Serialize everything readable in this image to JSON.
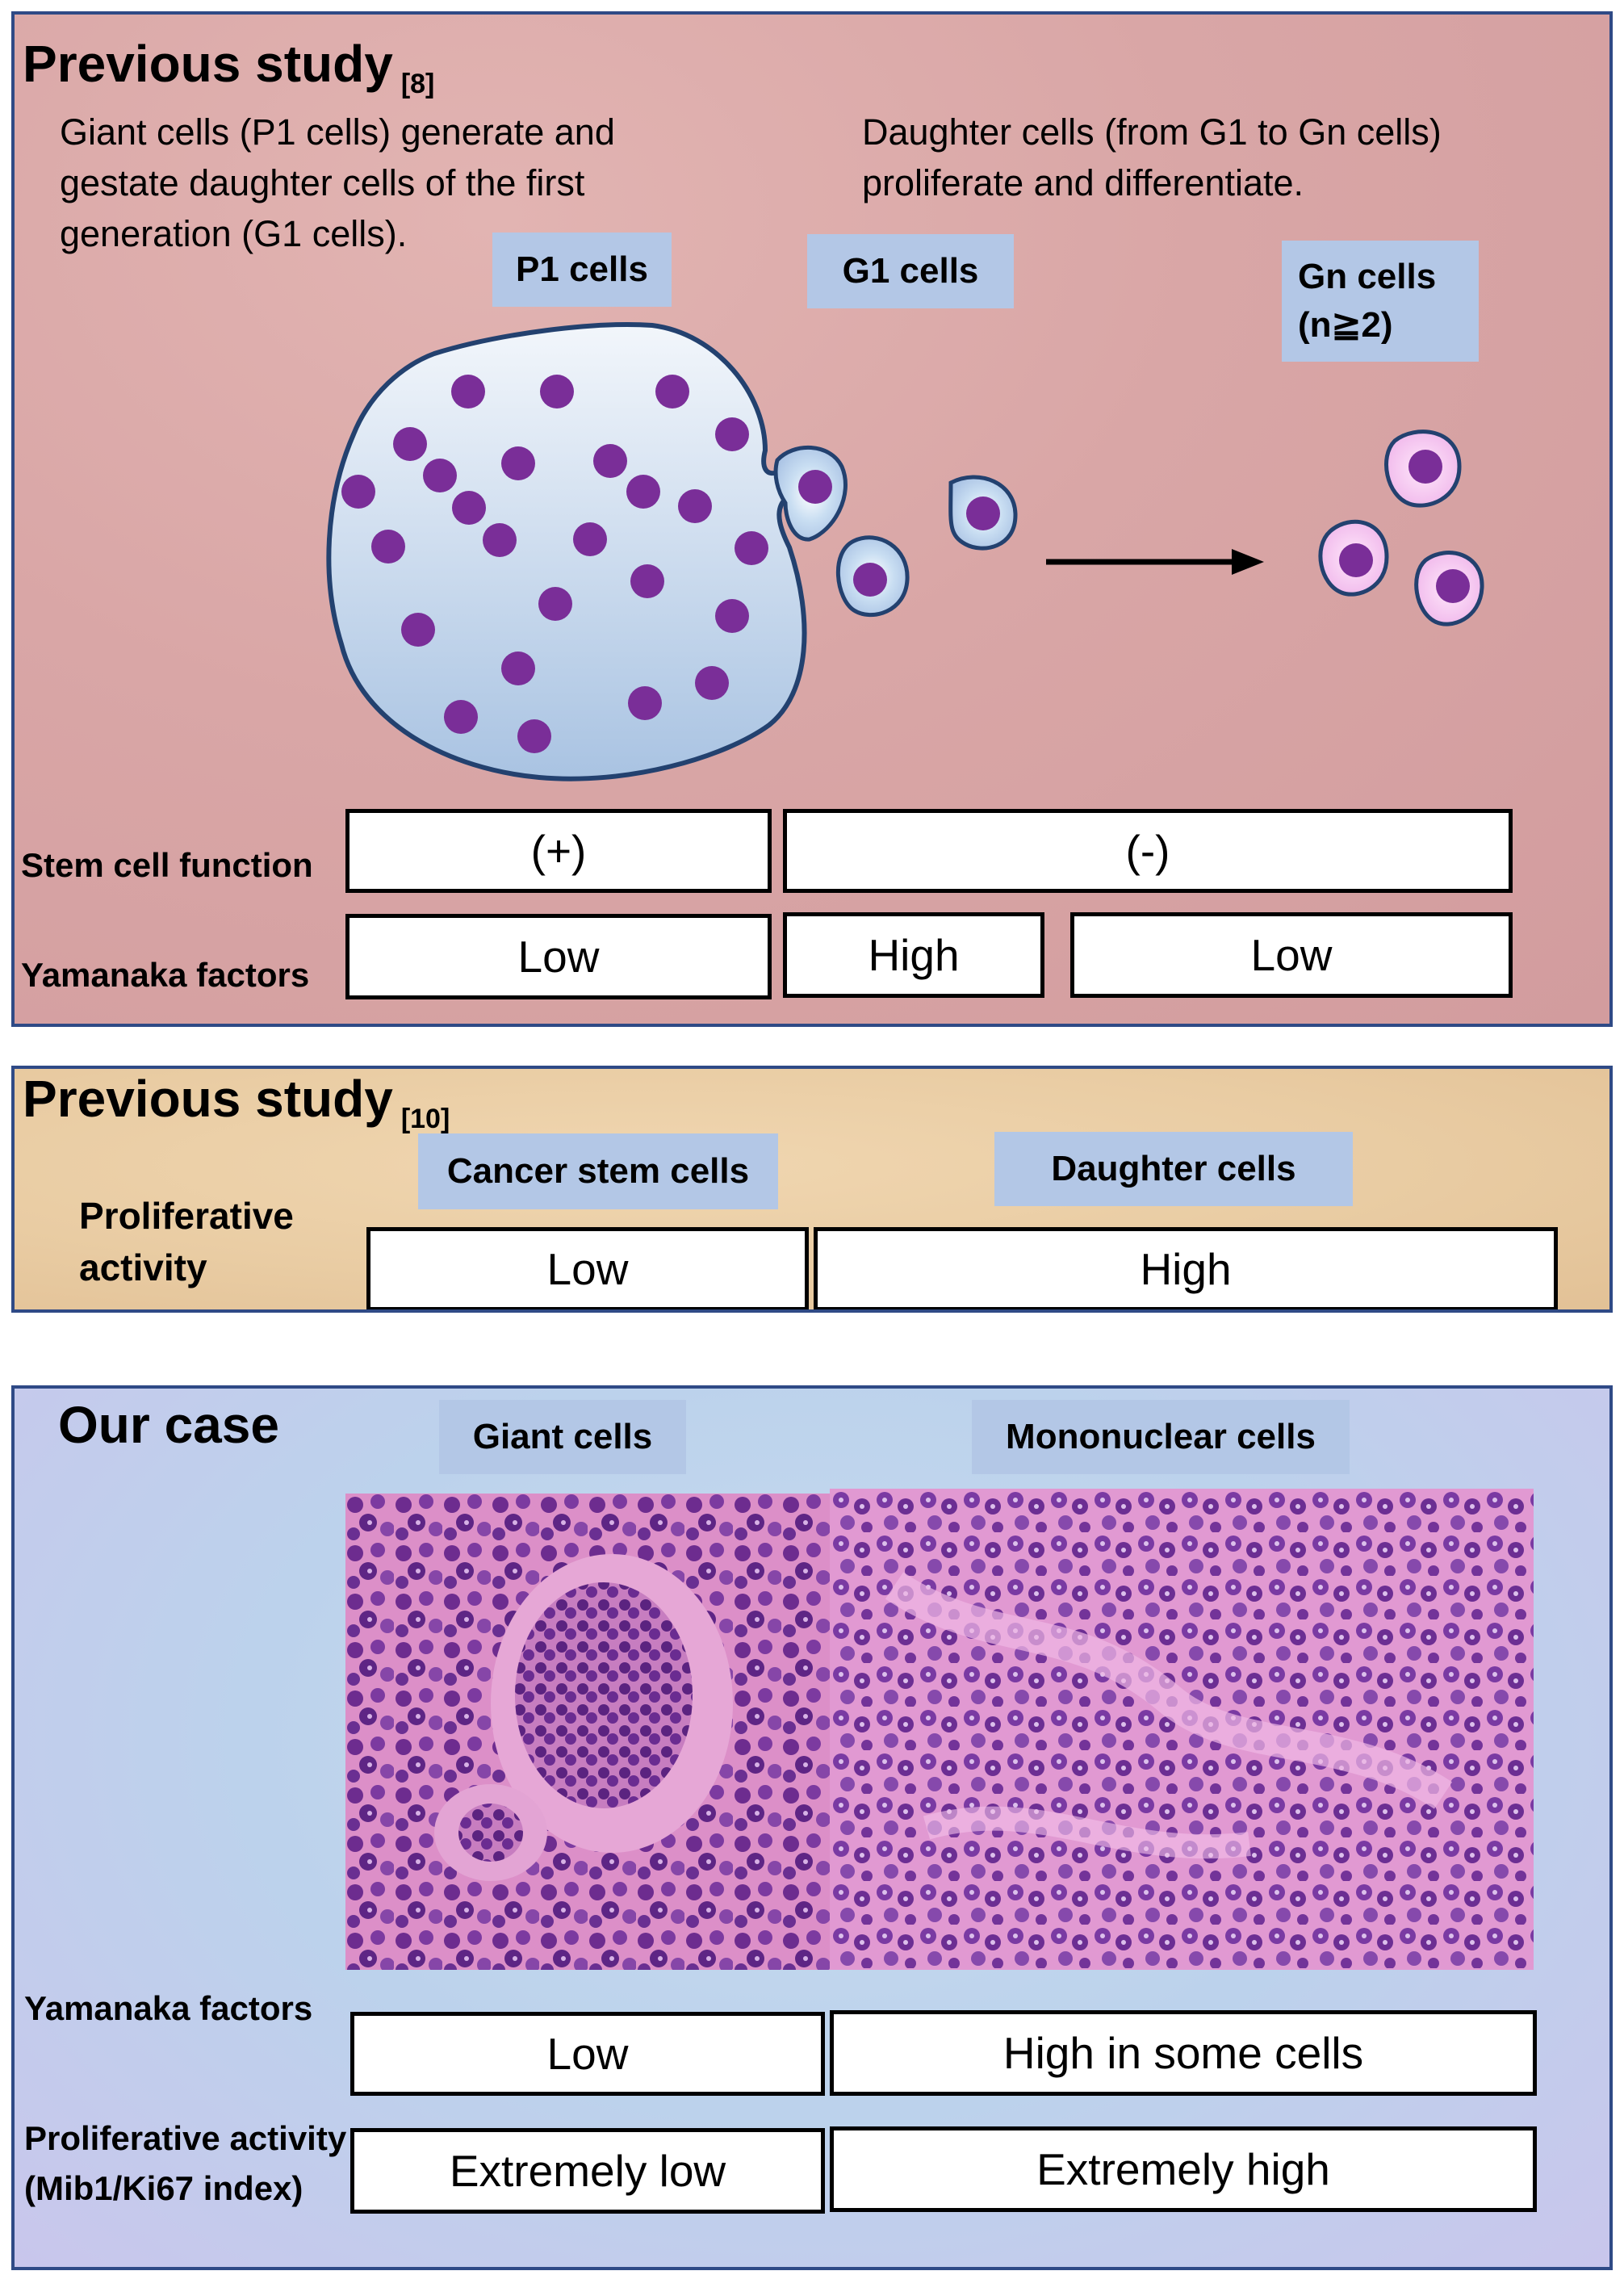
{
  "panel1": {
    "title": "Previous study",
    "ref": "[8]",
    "left_text": "Giant cells (P1 cells) generate and gestate daughter cells of the first generation (G1 cells).",
    "right_text": "Daughter cells (from G1 to Gn cells) proliferate and differentiate.",
    "labels": {
      "p1": "P1 cells",
      "g1": "G1 cells",
      "gn": "Gn cells",
      "gn_sub": "(n≧2)"
    },
    "rows": {
      "stem_label": "Stem cell function",
      "stem_values": [
        "(+)",
        "(-)"
      ],
      "yamanaka_label": "Yamanaka factors",
      "yamanaka_values": [
        "Low",
        "High",
        "Low"
      ]
    }
  },
  "panel2": {
    "title": "Previous study",
    "ref": "[10]",
    "labels": {
      "csc": "Cancer stem cells",
      "daughter": "Daughter cells"
    },
    "rows": {
      "prolif_label": "Proliferative activity",
      "prolif_values": [
        "Low",
        "High"
      ]
    }
  },
  "panel3": {
    "title": "Our case",
    "labels": {
      "giant": "Giant cells",
      "mono": "Mononuclear cells"
    },
    "rows": {
      "yamanaka_label": "Yamanaka factors",
      "yamanaka_values": [
        "Low",
        "High in some cells"
      ],
      "prolif_label": "Proliferative activity (Mib1/Ki67 index)",
      "prolif_values": [
        "Extremely low",
        "Extremely high"
      ]
    }
  },
  "colors": {
    "panel_border": "#2f4a86",
    "label_bg": "#b3c7e6",
    "nucleus": "#7a2e98",
    "giant_cell_fill": "#c8dcef",
    "gn_cell_fill": "#f3c0ee"
  }
}
